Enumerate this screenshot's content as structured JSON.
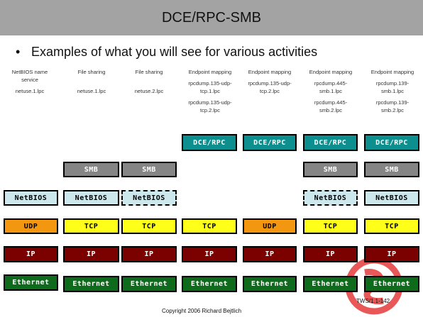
{
  "title": "DCE/RPC-SMB",
  "bullet": "Examples of what you will see for various activities",
  "columns": [
    {
      "title": "NetBIOS name service",
      "files": [
        "netuse.1.lpc"
      ]
    },
    {
      "title": "File sharing",
      "files": [
        "netuse.1.lpc"
      ]
    },
    {
      "title": "File sharing",
      "files": [
        "netuse.2.lpc"
      ]
    },
    {
      "title": "Endpoint mapping",
      "files": [
        "rpcdump.135-udp-tcp.1.lpc",
        "rpcdump.135-udp-tcp.2.lpc"
      ]
    },
    {
      "title": "Endpoint mapping",
      "files": [
        "rpcdump.135-udp-tcp.2.lpc"
      ]
    },
    {
      "title": "Endpoint mapping",
      "files": [
        "rpcdump.445-smb.1.lpc",
        "rpcdump.445-smb.2.lpc"
      ]
    },
    {
      "title": "Endpoint mapping",
      "files": [
        "rpcdump.139-smb.1.lpc",
        "rpcdump.139-smb.2.lpc"
      ]
    }
  ],
  "layers": {
    "dce": "DCE/RPC",
    "smb": "SMB",
    "netbios": "NetBIOS",
    "udp": "UDP",
    "tcp": "TCP",
    "ip": "IP",
    "ethernet": "Ethernet"
  },
  "slide_number": "TWS/1.1-142",
  "copyright": "Copyright 2006 Richard Bejtlich",
  "colors": {
    "title_bar": "#a3a3a3",
    "dce": "#0e8f8f",
    "smb": "#858585",
    "netbios": "#cde8ec",
    "udp": "#f49710",
    "tcp": "#ffff1a",
    "ip": "#7b0000",
    "ethernet": "#0f6b1c"
  },
  "logo_icon": "red-swirl-logo-icon"
}
